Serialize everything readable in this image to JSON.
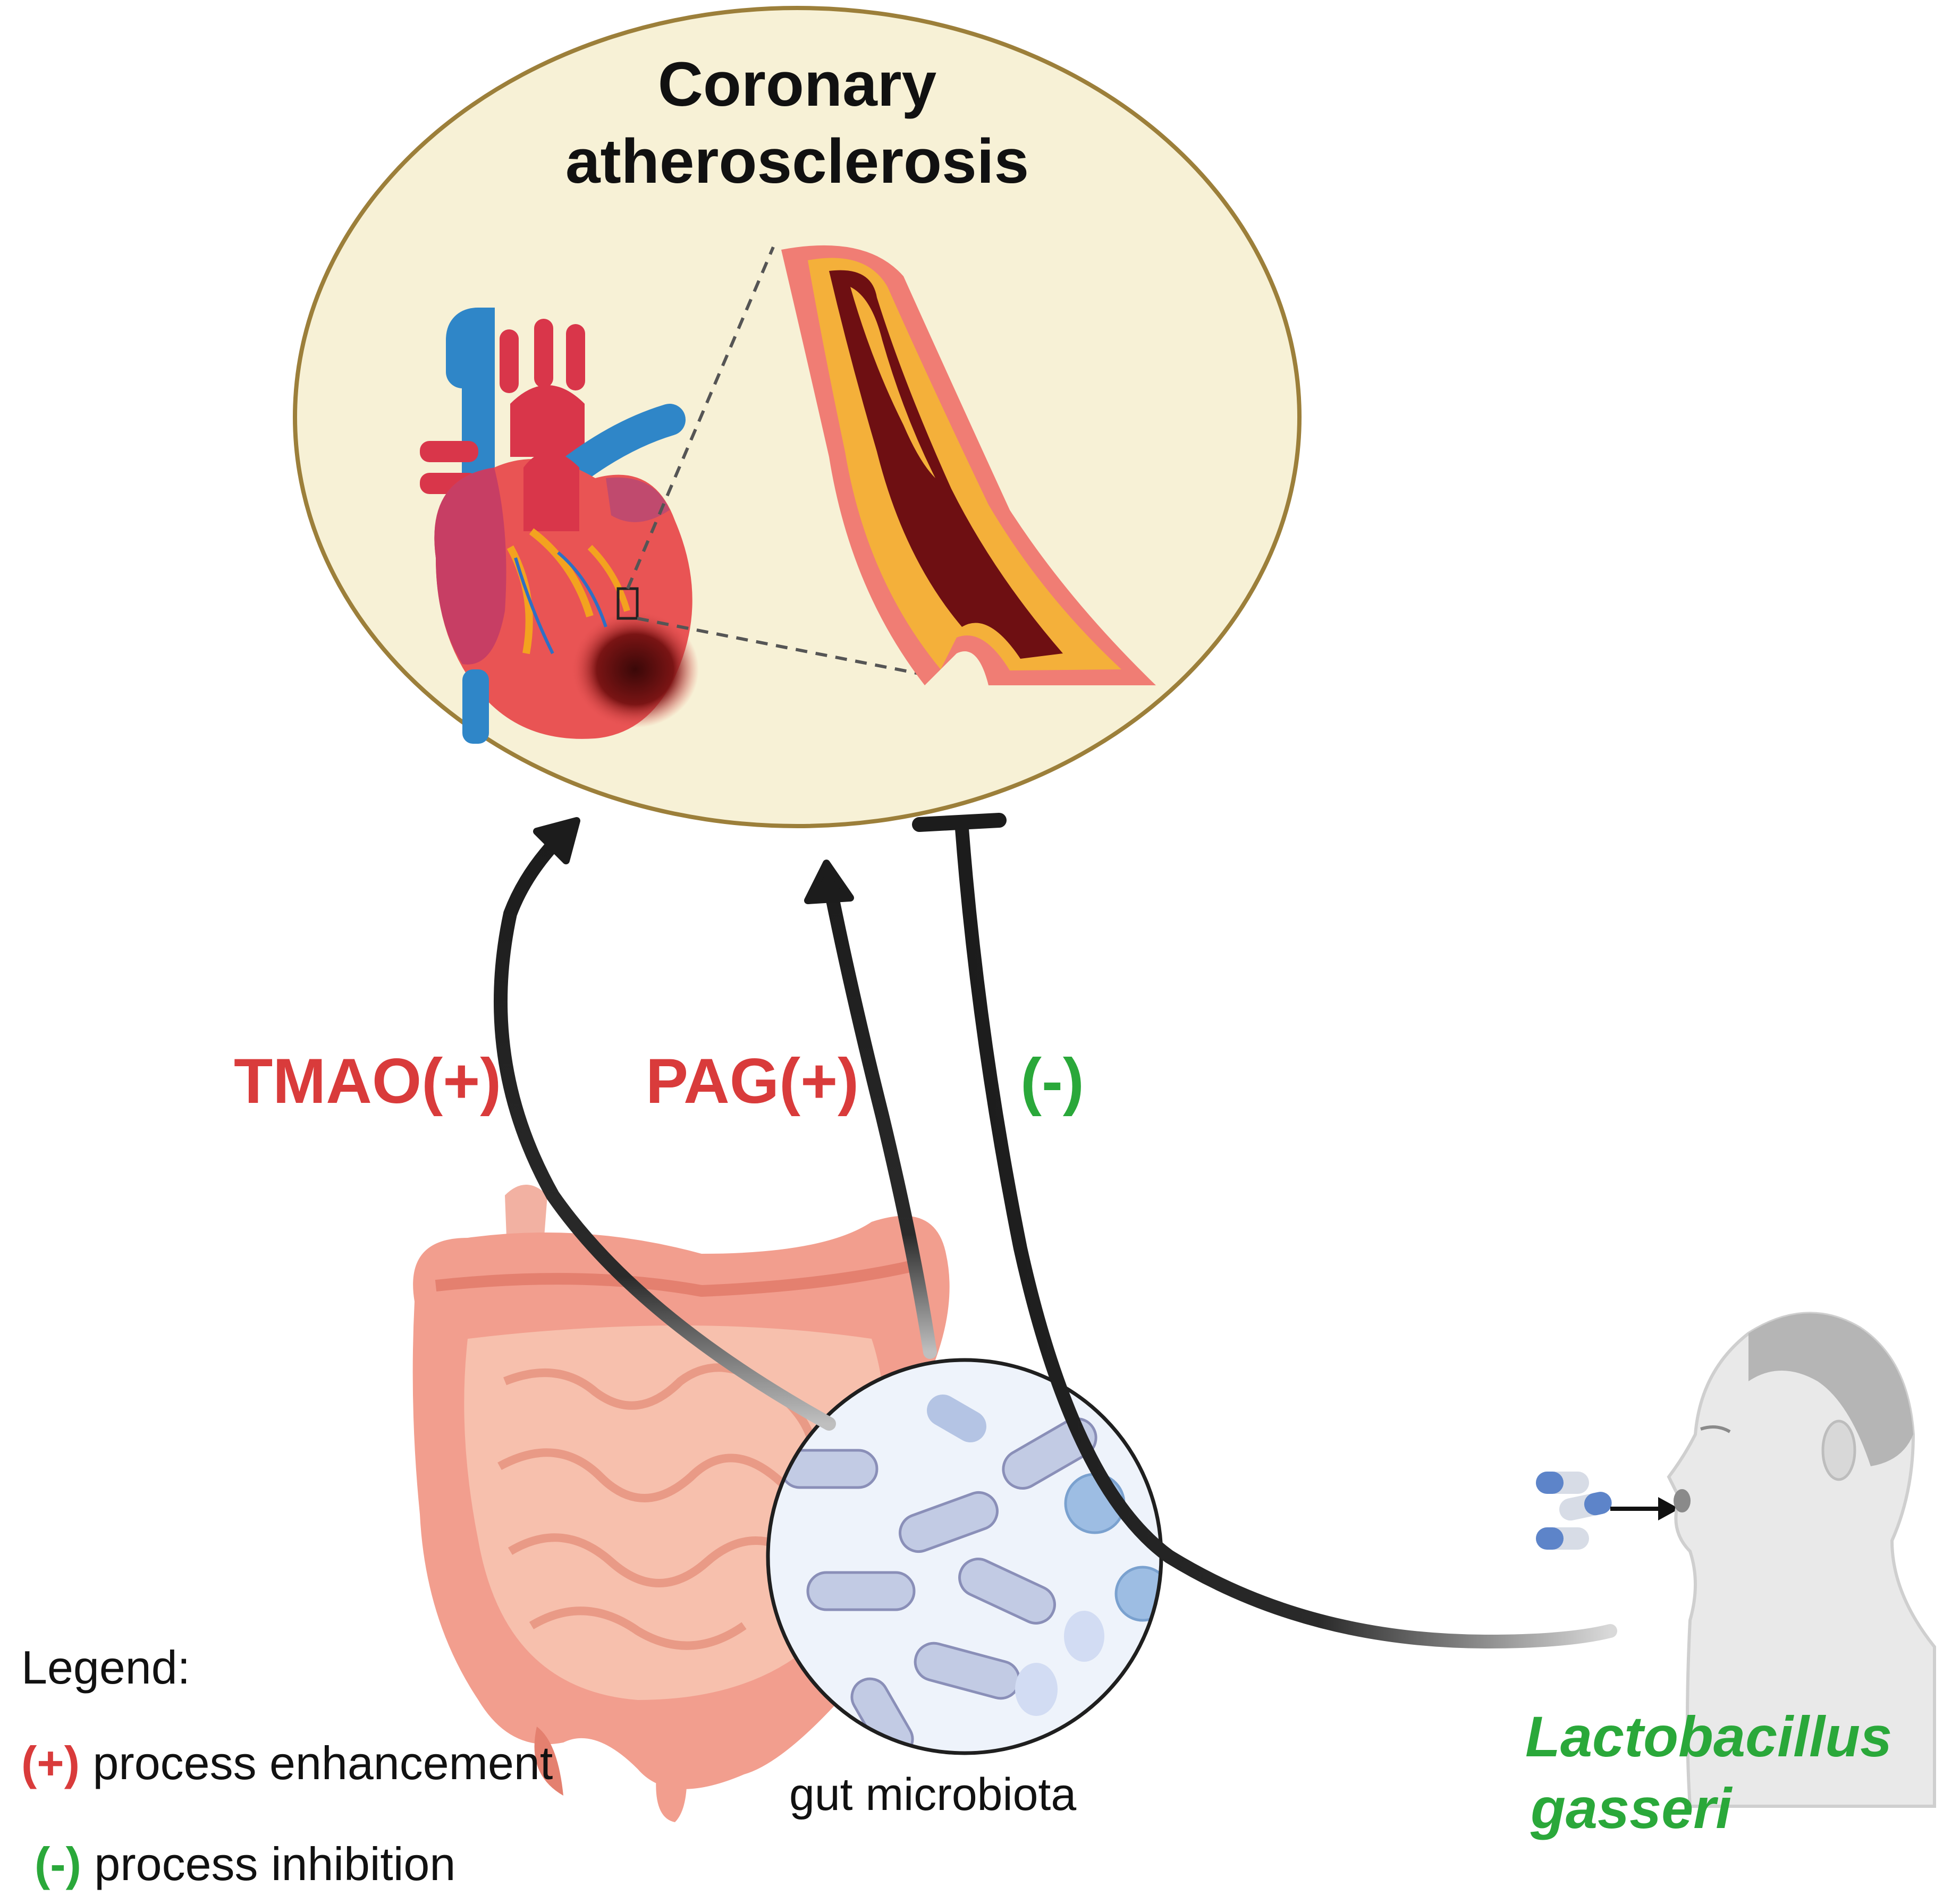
{
  "diagram": {
    "title_line1": "Coronary",
    "title_line2": "atherosclerosis",
    "pathways": [
      {
        "label": "TMAO(+)",
        "effect": "enhancement",
        "color": "#d93b3b"
      },
      {
        "label": "PAG(+)",
        "effect": "enhancement",
        "color": "#d93b3b"
      },
      {
        "label": "(-)",
        "effect": "inhibition",
        "color": "#2aa83a"
      }
    ],
    "microbiota_label": "gut microbiota",
    "species_line1": "Lactobacillus",
    "species_line2": "gasseri",
    "legend": {
      "title": "Legend:",
      "items": [
        {
          "symbol": "(+)",
          "text": "process enhancement",
          "color": "#d93b3b"
        },
        {
          "symbol": "(-)",
          "text": "process inhibition",
          "color": "#2aa83a"
        }
      ]
    },
    "icons": [
      "heart-icon",
      "artery-plaque-icon",
      "intestine-icon",
      "bacteria-icon",
      "capsule-icon",
      "human-head-icon"
    ]
  }
}
